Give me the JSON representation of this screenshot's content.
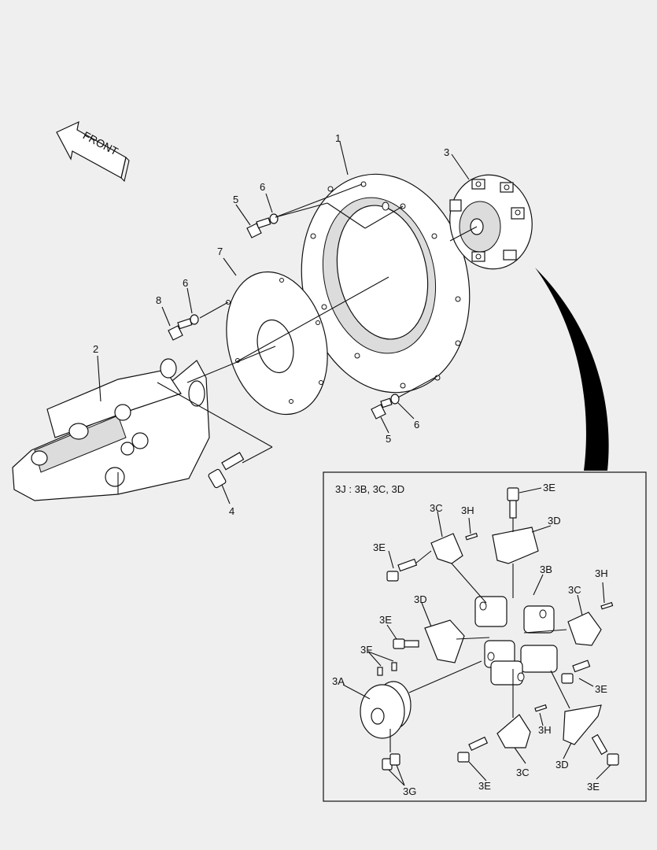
{
  "front_label": "FRONT",
  "callouts": {
    "c1": "1",
    "c2": "2",
    "c3": "3",
    "c4": "4",
    "c5a": "5",
    "c5b": "5",
    "c6a": "6",
    "c6b": "6",
    "c6c": "6",
    "c7": "7",
    "c8": "8"
  },
  "inset": {
    "title": "3J : 3B, 3C, 3D",
    "labels": {
      "e1": "3E",
      "e2": "3E",
      "e3": "3E",
      "e4": "3E",
      "e5": "3E",
      "e6": "3E",
      "c_a": "3C",
      "c_b": "3C",
      "c_c": "3C",
      "d_a": "3D",
      "d_b": "3D",
      "d_c": "3D",
      "h_a": "3H",
      "h_b": "3H",
      "h_c": "3H",
      "b": "3B",
      "f": "3F",
      "a": "3A",
      "g": "3G"
    }
  }
}
